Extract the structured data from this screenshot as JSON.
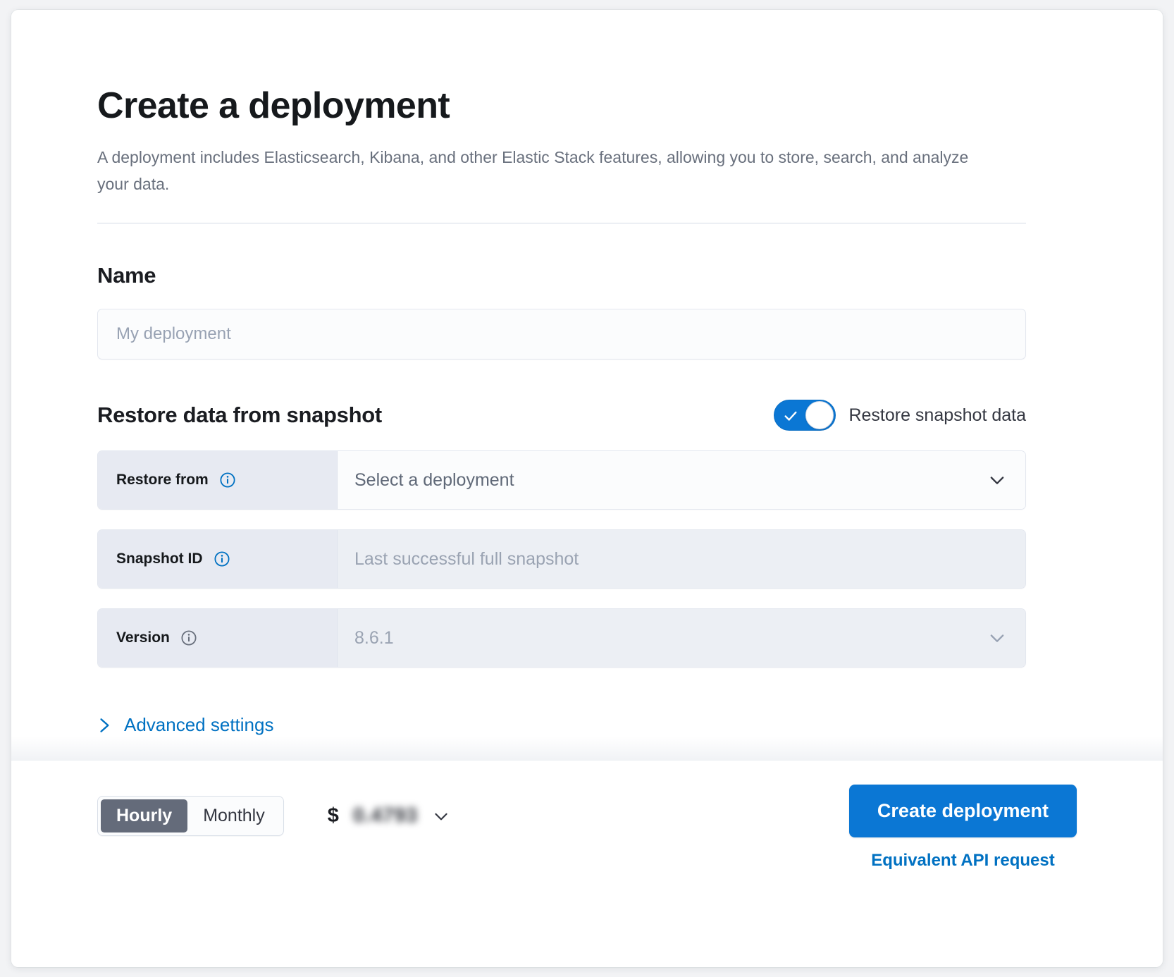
{
  "header": {
    "title": "Create a deployment",
    "subtitle": "A deployment includes Elasticsearch, Kibana, and other Elastic Stack features, allowing you to store, search, and analyze your data."
  },
  "name_section": {
    "heading": "Name",
    "placeholder": "My deployment",
    "value": ""
  },
  "restore_section": {
    "heading": "Restore data from snapshot",
    "toggle_label": "Restore snapshot data",
    "toggle_on": true,
    "rows": [
      {
        "label": "Restore from",
        "value": "Select a deployment",
        "disabled": false,
        "has_chevron": true,
        "info_icon": "info-icon"
      },
      {
        "label": "Snapshot ID",
        "value": "Last successful full snapshot",
        "disabled": true,
        "has_chevron": false,
        "info_icon": "info-icon"
      },
      {
        "label": "Version",
        "value": "8.6.1",
        "disabled": true,
        "has_chevron": true,
        "info_icon": "info-icon"
      }
    ],
    "advanced_settings": "Advanced settings"
  },
  "footer": {
    "billing_options": [
      "Hourly",
      "Monthly"
    ],
    "billing_selected": "Hourly",
    "currency_symbol": "$",
    "price": "0.4793",
    "create_button": "Create deployment",
    "api_link": "Equivalent API request"
  },
  "colors": {
    "accent": "#0b77d4",
    "link": "#0071c2",
    "text": "#16191c",
    "muted": "#69707d",
    "prepend_bg": "#e7eaf2",
    "disabled_bg": "#eceff4",
    "segment_active": "#646b7a"
  }
}
